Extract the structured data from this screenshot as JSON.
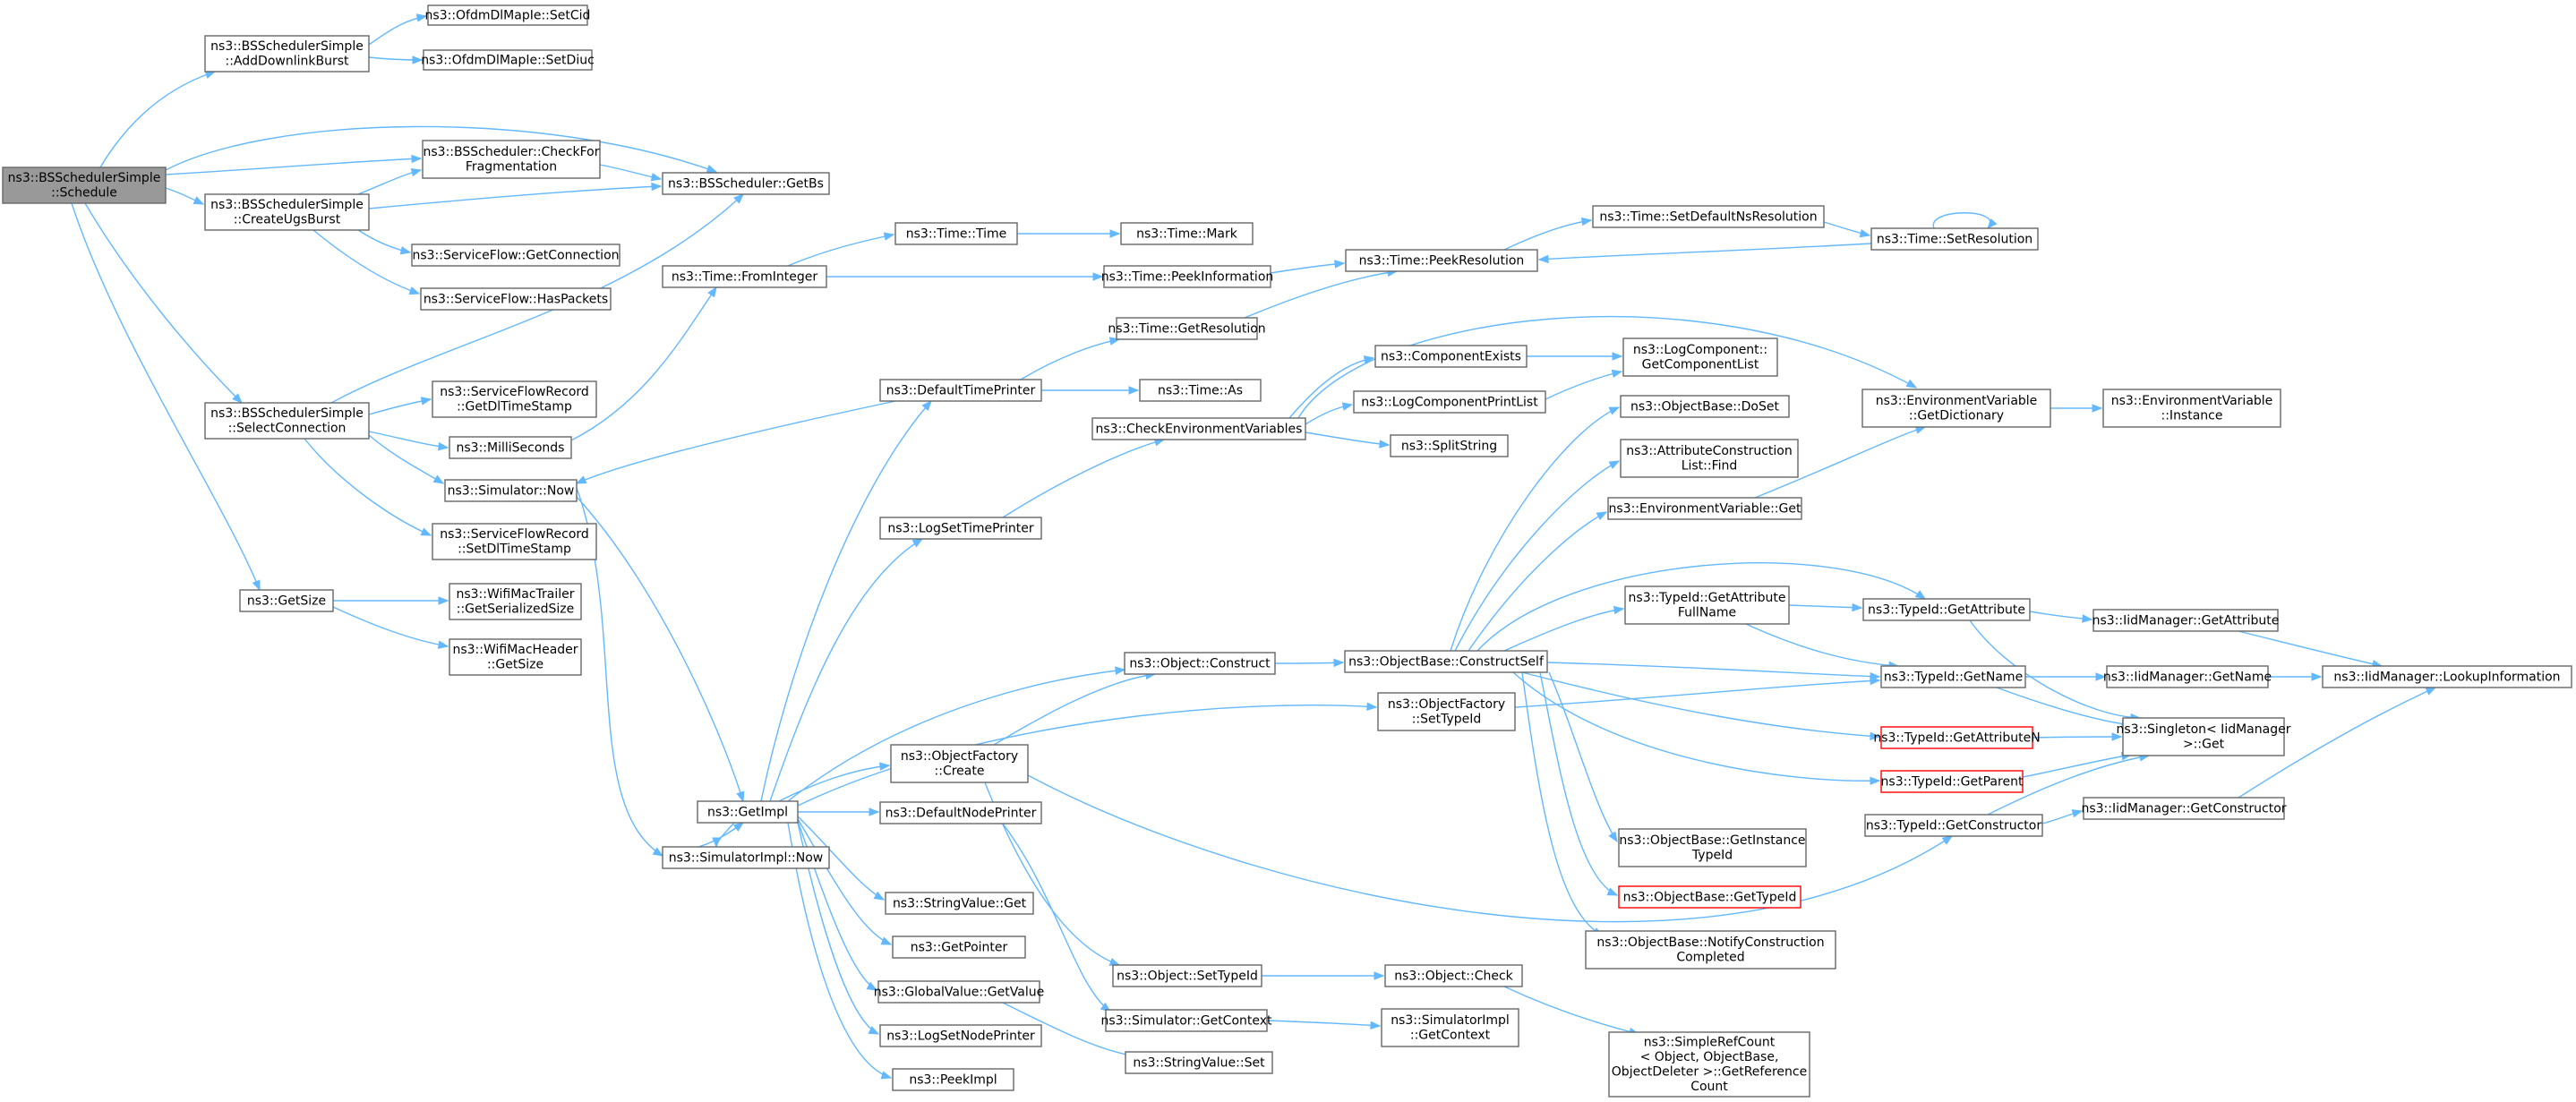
{
  "graph": {
    "title": "",
    "colors": {
      "edge": "#63b8ff",
      "node_border": "#666666",
      "root_fill": "#999999",
      "truncated_border": "#ff0000"
    },
    "nodes": [
      {
        "id": "schedule",
        "lines": [
          "ns3::BSSchedulerSimple",
          "::Schedule"
        ],
        "root": true
      },
      {
        "id": "addDownlinkBurst",
        "lines": [
          "ns3::BSSchedulerSimple",
          "::AddDownlinkBurst"
        ]
      },
      {
        "id": "setCid",
        "lines": [
          "ns3::OfdmDlMapIe::SetCid"
        ]
      },
      {
        "id": "setDiuc",
        "lines": [
          "ns3::OfdmDlMapIe::SetDiuc"
        ]
      },
      {
        "id": "checkForFrag",
        "lines": [
          "ns3::BSScheduler::CheckFor",
          "Fragmentation"
        ]
      },
      {
        "id": "getBs",
        "lines": [
          "ns3::BSScheduler::GetBs"
        ]
      },
      {
        "id": "createUgsBurst",
        "lines": [
          "ns3::BSSchedulerSimple",
          "::CreateUgsBurst"
        ]
      },
      {
        "id": "getConnection",
        "lines": [
          "ns3::ServiceFlow::GetConnection"
        ]
      },
      {
        "id": "hasPackets",
        "lines": [
          "ns3::ServiceFlow::HasPackets"
        ]
      },
      {
        "id": "selectConnection",
        "lines": [
          "ns3::BSSchedulerSimple",
          "::SelectConnection"
        ]
      },
      {
        "id": "getDlTimeStamp",
        "lines": [
          "ns3::ServiceFlowRecord",
          "::GetDlTimeStamp"
        ]
      },
      {
        "id": "milliSeconds",
        "lines": [
          "ns3::MilliSeconds"
        ]
      },
      {
        "id": "simNow",
        "lines": [
          "ns3::Simulator::Now"
        ]
      },
      {
        "id": "setDlTimeStamp",
        "lines": [
          "ns3::ServiceFlowRecord",
          "::SetDlTimeStamp"
        ]
      },
      {
        "id": "getSize",
        "lines": [
          "ns3::GetSize"
        ]
      },
      {
        "id": "getSerializedSize",
        "lines": [
          "ns3::WifiMacTrailer",
          "::GetSerializedSize"
        ]
      },
      {
        "id": "hdrGetSize",
        "lines": [
          "ns3::WifiMacHeader",
          "::GetSize"
        ]
      },
      {
        "id": "fromInteger",
        "lines": [
          "ns3::Time::FromInteger"
        ]
      },
      {
        "id": "timeTime",
        "lines": [
          "ns3::Time::Time"
        ]
      },
      {
        "id": "timeMark",
        "lines": [
          "ns3::Time::Mark"
        ]
      },
      {
        "id": "peekInformation",
        "lines": [
          "ns3::Time::PeekInformation"
        ]
      },
      {
        "id": "peekResolution",
        "lines": [
          "ns3::Time::PeekResolution"
        ]
      },
      {
        "id": "setDefaultNsRes",
        "lines": [
          "ns3::Time::SetDefaultNsResolution"
        ]
      },
      {
        "id": "setResolution",
        "lines": [
          "ns3::Time::SetResolution"
        ]
      },
      {
        "id": "getResolution",
        "lines": [
          "ns3::Time::GetResolution"
        ]
      },
      {
        "id": "defaultTimePrinter",
        "lines": [
          "ns3::DefaultTimePrinter"
        ]
      },
      {
        "id": "timeAs",
        "lines": [
          "ns3::Time::As"
        ]
      },
      {
        "id": "checkEnvVars",
        "lines": [
          "ns3::CheckEnvironmentVariables"
        ]
      },
      {
        "id": "componentExists",
        "lines": [
          "ns3::ComponentExists"
        ]
      },
      {
        "id": "getComponentList",
        "lines": [
          "ns3::LogComponent::",
          "GetComponentList"
        ]
      },
      {
        "id": "logCompPrintList",
        "lines": [
          "ns3::LogComponentPrintList"
        ]
      },
      {
        "id": "splitString",
        "lines": [
          "ns3::SplitString"
        ]
      },
      {
        "id": "envGetDictionary",
        "lines": [
          "ns3::EnvironmentVariable",
          "::GetDictionary"
        ]
      },
      {
        "id": "envInstance",
        "lines": [
          "ns3::EnvironmentVariable",
          "::Instance"
        ]
      },
      {
        "id": "logSetTimePrinter",
        "lines": [
          "ns3::LogSetTimePrinter"
        ]
      },
      {
        "id": "objDoSet",
        "lines": [
          "ns3::ObjectBase::DoSet"
        ]
      },
      {
        "id": "attrConstrFind",
        "lines": [
          "ns3::AttributeConstruction",
          "List::Find"
        ]
      },
      {
        "id": "envGet",
        "lines": [
          "ns3::EnvironmentVariable::Get"
        ]
      },
      {
        "id": "getAttrFullName",
        "lines": [
          "ns3::TypeId::GetAttribute",
          "FullName"
        ]
      },
      {
        "id": "typeGetAttribute",
        "lines": [
          "ns3::TypeId::GetAttribute"
        ]
      },
      {
        "id": "iidGetAttribute",
        "lines": [
          "ns3::IidManager::GetAttribute"
        ]
      },
      {
        "id": "objConstruct",
        "lines": [
          "ns3::Object::Construct"
        ]
      },
      {
        "id": "constructSelf",
        "lines": [
          "ns3::ObjectBase::ConstructSelf"
        ]
      },
      {
        "id": "typeGetName",
        "lines": [
          "ns3::TypeId::GetName"
        ]
      },
      {
        "id": "iidGetName",
        "lines": [
          "ns3::IidManager::GetName"
        ]
      },
      {
        "id": "lookupInfo",
        "lines": [
          "ns3::IidManager::LookupInformation"
        ]
      },
      {
        "id": "ofSetTypeId",
        "lines": [
          "ns3::ObjectFactory",
          "::SetTypeId"
        ]
      },
      {
        "id": "singletonGet",
        "lines": [
          "ns3::Singleton< IidManager",
          ">::Get"
        ]
      },
      {
        "id": "getAttributeN",
        "lines": [
          "ns3::TypeId::GetAttributeN"
        ],
        "red": true
      },
      {
        "id": "ofCreate",
        "lines": [
          "ns3::ObjectFactory",
          "::Create"
        ]
      },
      {
        "id": "getParent",
        "lines": [
          "ns3::TypeId::GetParent"
        ],
        "red": true
      },
      {
        "id": "getImpl",
        "lines": [
          "ns3::GetImpl"
        ]
      },
      {
        "id": "defaultNodePrinter",
        "lines": [
          "ns3::DefaultNodePrinter"
        ]
      },
      {
        "id": "typeGetConstructor",
        "lines": [
          "ns3::TypeId::GetConstructor"
        ]
      },
      {
        "id": "iidGetConstructor",
        "lines": [
          "ns3::IidManager::GetConstructor"
        ]
      },
      {
        "id": "simImplNow",
        "lines": [
          "ns3::SimulatorImpl::Now"
        ]
      },
      {
        "id": "getInstanceTypeId",
        "lines": [
          "ns3::ObjectBase::GetInstance",
          "TypeId"
        ]
      },
      {
        "id": "stringValueGet",
        "lines": [
          "ns3::StringValue::Get"
        ]
      },
      {
        "id": "objGetTypeId",
        "lines": [
          "ns3::ObjectBase::GetTypeId"
        ],
        "red": true
      },
      {
        "id": "getPointer",
        "lines": [
          "ns3::GetPointer"
        ]
      },
      {
        "id": "notifyConstr",
        "lines": [
          "ns3::ObjectBase::NotifyConstruction",
          "Completed"
        ]
      },
      {
        "id": "objSetTypeId",
        "lines": [
          "ns3::Object::SetTypeId"
        ]
      },
      {
        "id": "objCheck",
        "lines": [
          "ns3::Object::Check"
        ]
      },
      {
        "id": "globalGetValue",
        "lines": [
          "ns3::GlobalValue::GetValue"
        ]
      },
      {
        "id": "simGetContext",
        "lines": [
          "ns3::Simulator::GetContext"
        ]
      },
      {
        "id": "simImplGetContext",
        "lines": [
          "ns3::SimulatorImpl",
          "::GetContext"
        ]
      },
      {
        "id": "getReferenceCount",
        "lines": [
          "ns3::SimpleRefCount",
          "< Object, ObjectBase,",
          "ObjectDeleter >::GetReference",
          "Count"
        ]
      },
      {
        "id": "logSetNodePrinter",
        "lines": [
          "ns3::LogSetNodePrinter"
        ]
      },
      {
        "id": "stringValueSet",
        "lines": [
          "ns3::StringValue::Set"
        ]
      },
      {
        "id": "peekImpl",
        "lines": [
          "ns3::PeekImpl"
        ]
      }
    ]
  }
}
